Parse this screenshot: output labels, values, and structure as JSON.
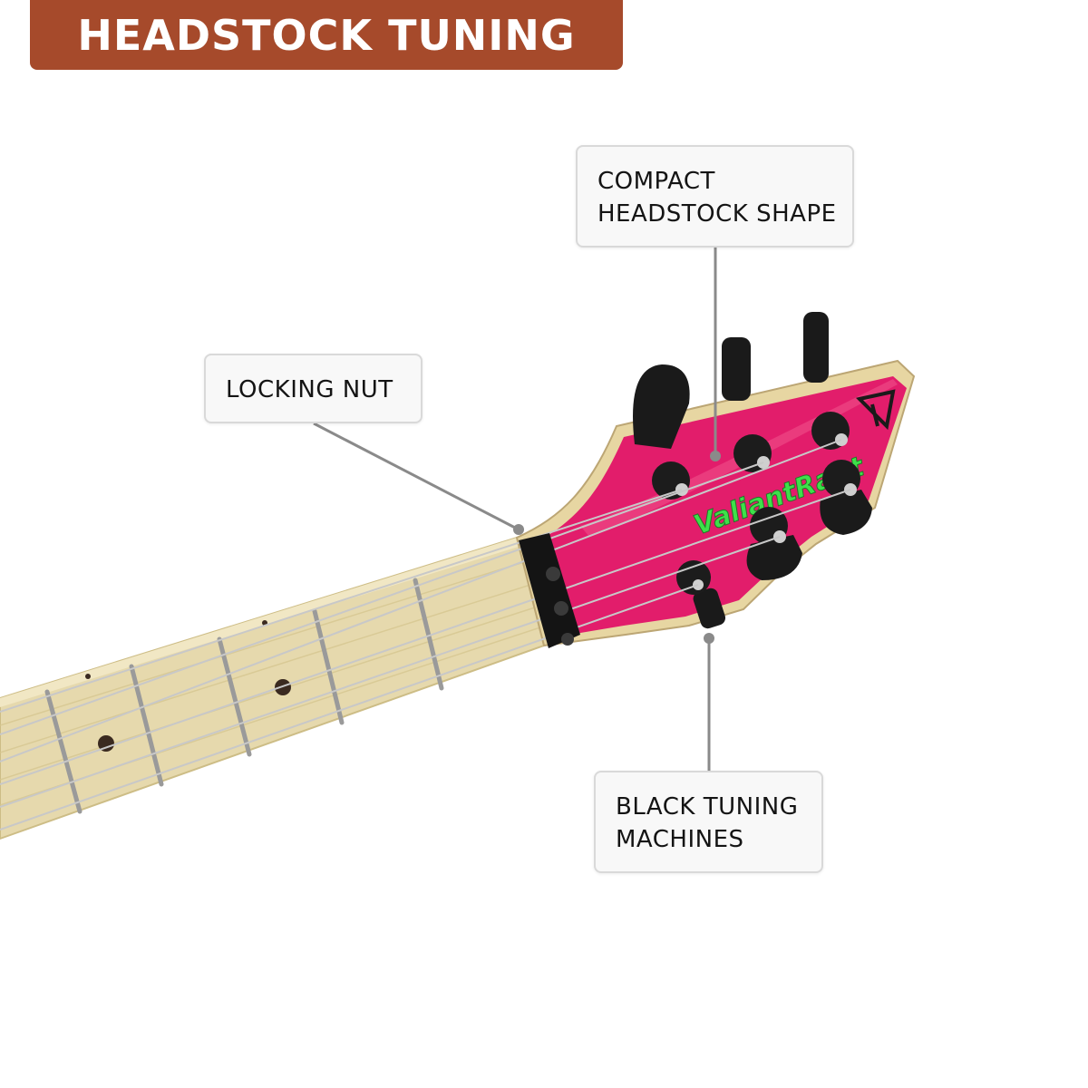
{
  "banner": {
    "title": "HEADSTOCK TUNING",
    "color": "#a64a2b"
  },
  "callouts": {
    "compact_headstock": {
      "line1": "COMPACT",
      "line2": "HEADSTOCK SHAPE"
    },
    "locking_nut": {
      "line1": "LOCKING NUT"
    },
    "tuning_machines": {
      "line1": "BLACK TUNING",
      "line2": "MACHINES"
    }
  },
  "guitar": {
    "headstock_color": "#e21d6b",
    "neck_color": "#e8dcb0",
    "brand_logo_text": "ValiantRaut",
    "logo_color": "#3ee04a"
  }
}
